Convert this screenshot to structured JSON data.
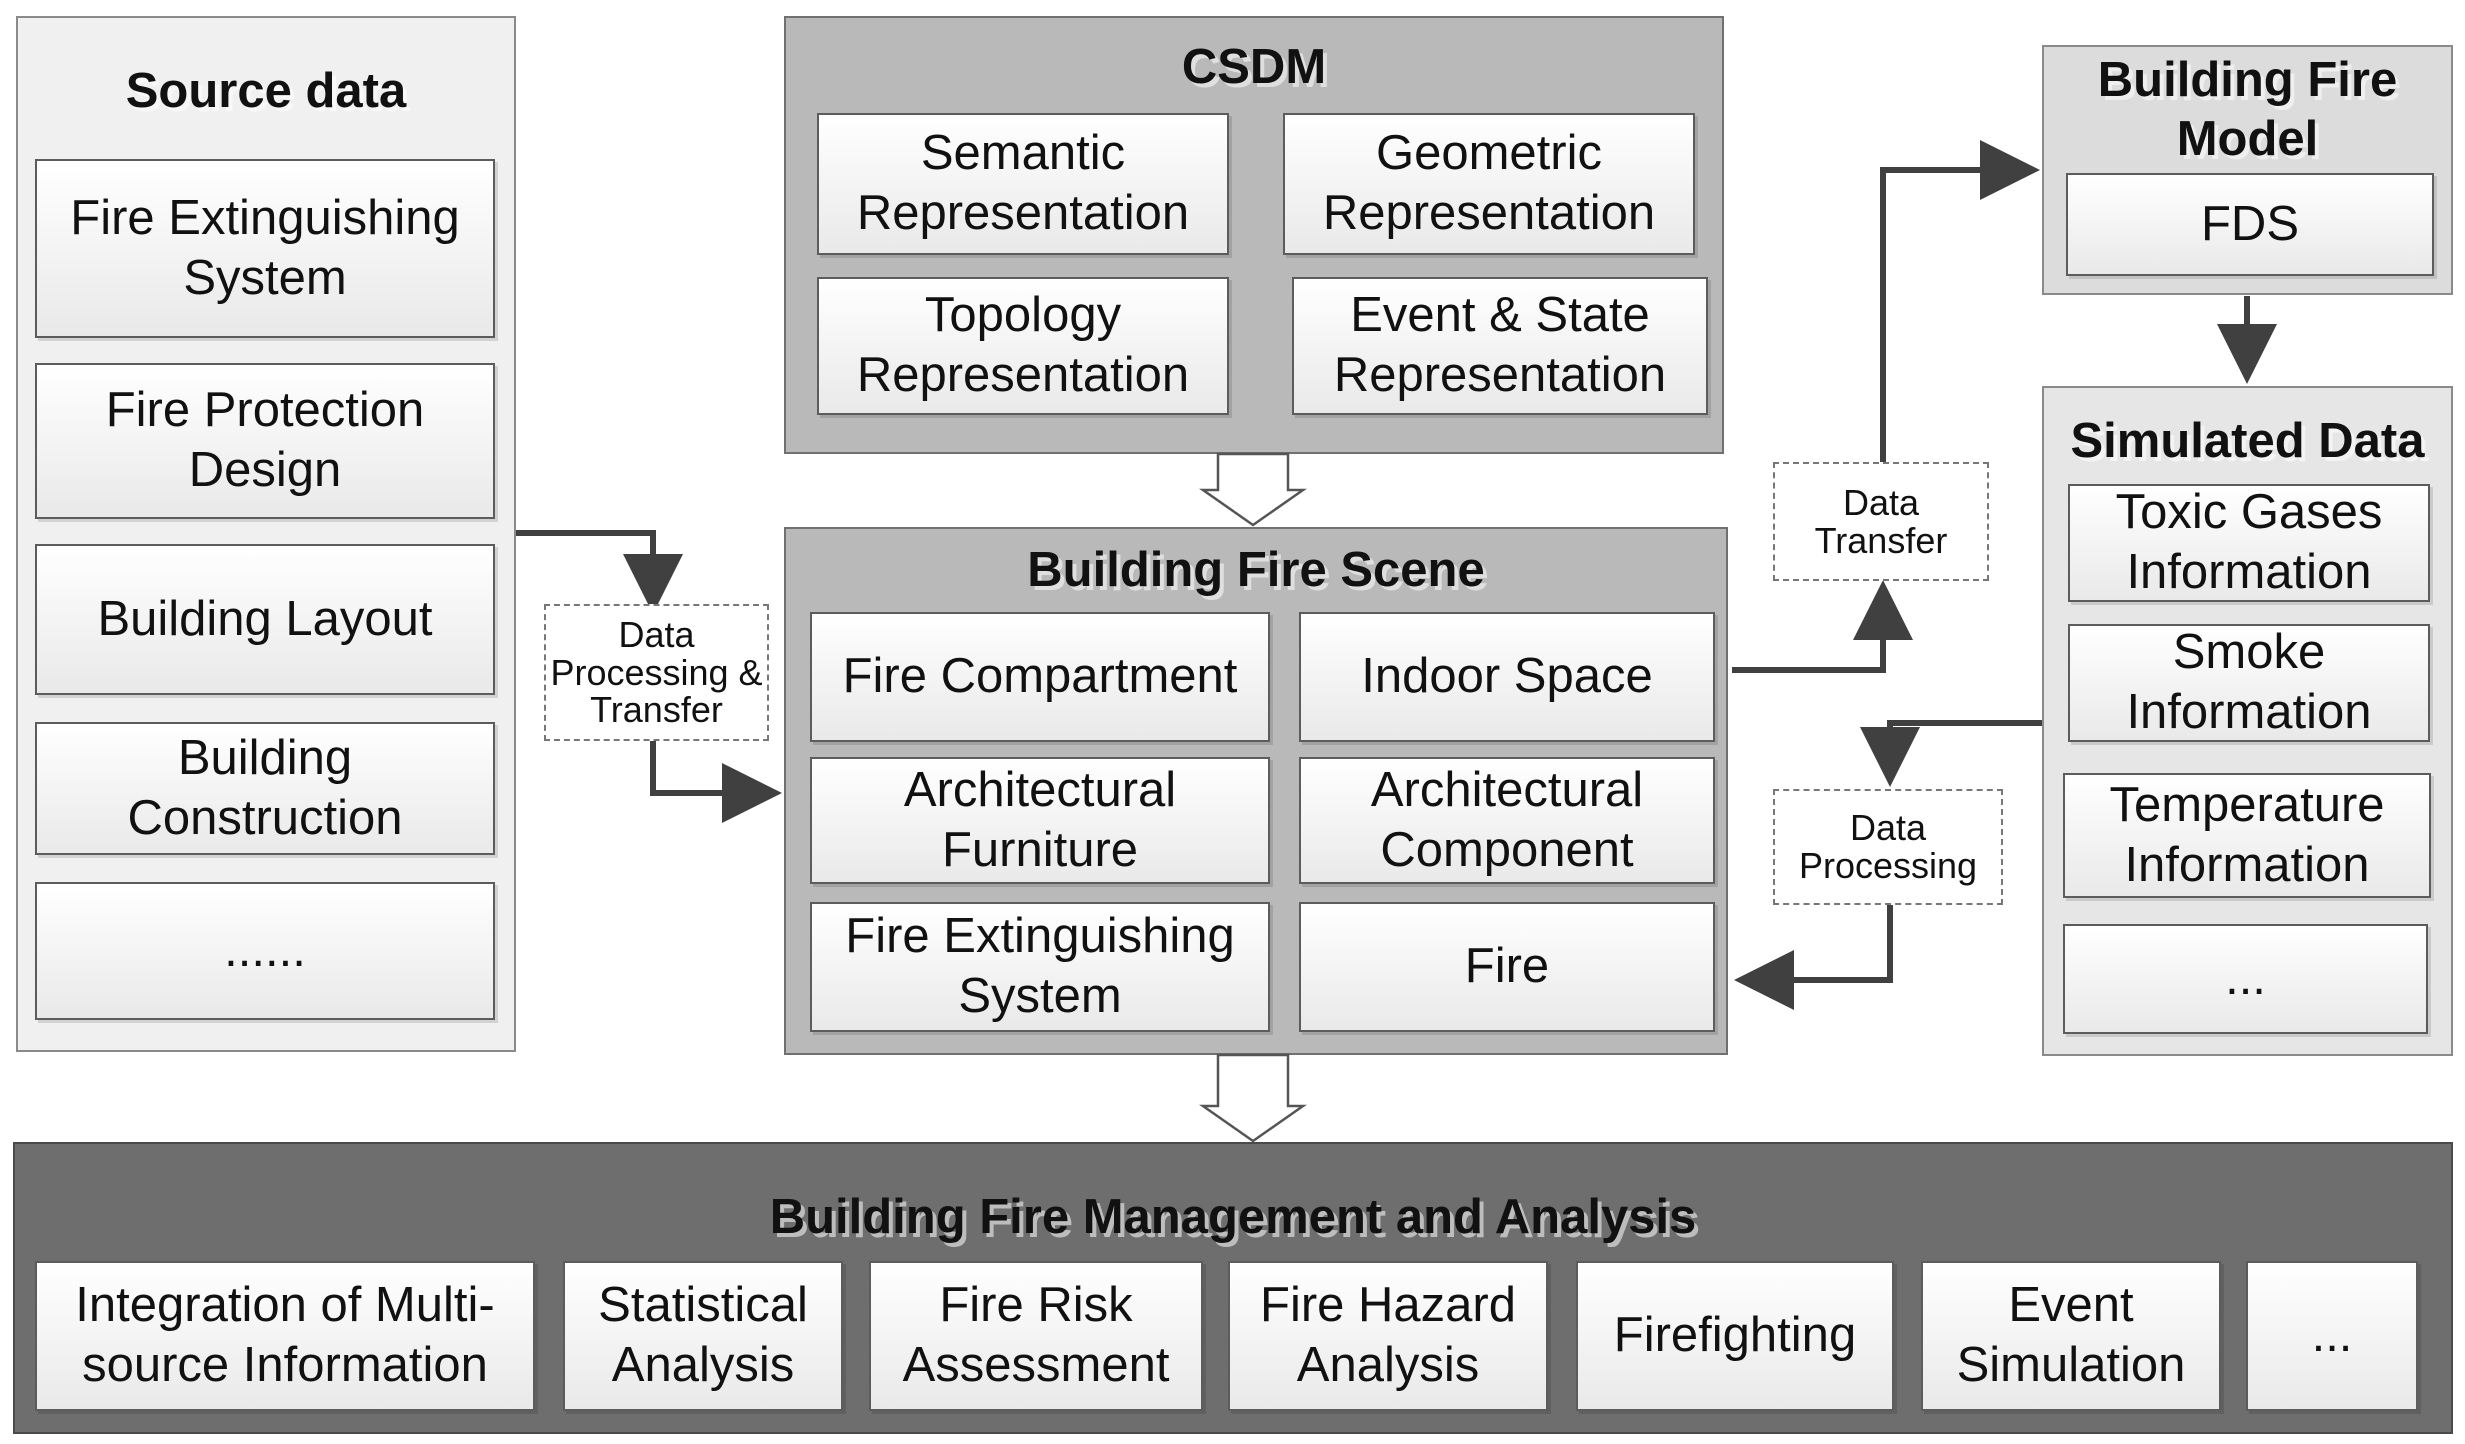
{
  "source": {
    "title": "Source data",
    "items": [
      "Fire Extinguishing System",
      "Fire Protection Design",
      "Building Layout",
      "Building Construction",
      "......"
    ]
  },
  "csdm": {
    "title": "CSDM",
    "items": [
      "Semantic Representation",
      "Geometric Representation",
      "Topology Representation",
      "Event & State Representation"
    ]
  },
  "scene": {
    "title": "Building Fire Scene",
    "items": [
      "Fire Compartment",
      "Indoor Space",
      "Architectural Furniture",
      "Architectural Component",
      "Fire Extinguishing System",
      "Fire"
    ]
  },
  "model": {
    "title": "Building Fire Model",
    "items": [
      "FDS"
    ]
  },
  "simulated": {
    "title": "Simulated Data",
    "items": [
      "Toxic Gases Information",
      "Smoke Information",
      "Temperature Information",
      "..."
    ]
  },
  "management": {
    "title": "Building Fire Management and Analysis",
    "items": [
      "Integration of Multi-source Information",
      "Statistical Analysis",
      "Fire Risk Assessment",
      "Fire Hazard Analysis",
      "Firefighting",
      "Event Simulation",
      "..."
    ]
  },
  "labels": {
    "processing_transfer": "Data Processing & Transfer",
    "transfer": "Data Transfer",
    "processing": "Data Processing"
  }
}
